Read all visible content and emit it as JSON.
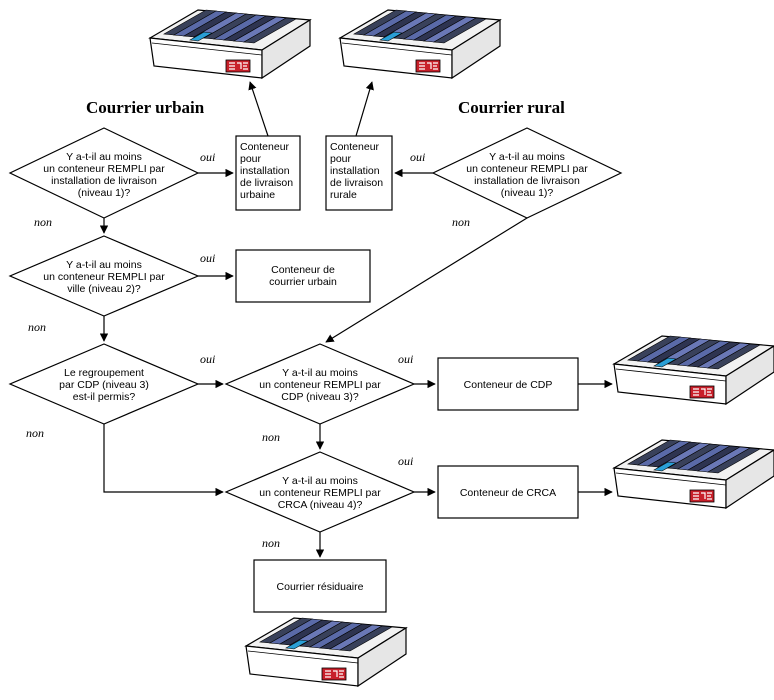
{
  "headers": {
    "urban": "Courrier urbain",
    "rural": "Courrier rural"
  },
  "decisions": {
    "urban_delivery_l1": [
      "Y a-t-il au moins",
      "un conteneur REMPLI par",
      "installation de livraison",
      "(niveau 1)?"
    ],
    "urban_city_l2": [
      "Y a-t-il au moins",
      "un conteneur REMPLI par",
      "ville (niveau 2)?"
    ],
    "urban_regroup_l3": [
      "Le regroupement",
      "par CDP (niveau 3)",
      "est-il permis?"
    ],
    "rural_delivery_l1": [
      "Y a-t-il au moins",
      "un conteneur REMPLI par",
      "installation de livraison",
      "(niveau 1)?"
    ],
    "cdp_l3": [
      "Y a-t-il au moins",
      "un conteneur REMPLI par",
      "CDP (niveau 3)?"
    ],
    "crca_l4": [
      "Y a-t-il au moins",
      "un conteneur REMPLI par",
      "CRCA (niveau 4)?"
    ]
  },
  "boxes": {
    "urban_delivery_container": [
      "Conteneur",
      "pour",
      "installation",
      "de livraison",
      "urbaine"
    ],
    "rural_delivery_container": [
      "Conteneur",
      "pour",
      "installation",
      "de livraison",
      "rurale"
    ],
    "urban_mail_container": [
      "Conteneur de",
      "courrier urbain"
    ],
    "cdp_container": [
      "Conteneur de CDP"
    ],
    "crca_container": [
      "Conteneur de CRCA"
    ],
    "residual_mail": [
      "Courrier résiduaire"
    ]
  },
  "edge_labels": {
    "yes": "oui",
    "no": "non"
  },
  "tray_badge_colors": {
    "badge": "#c8202a",
    "tab": "#2a9fd6"
  }
}
